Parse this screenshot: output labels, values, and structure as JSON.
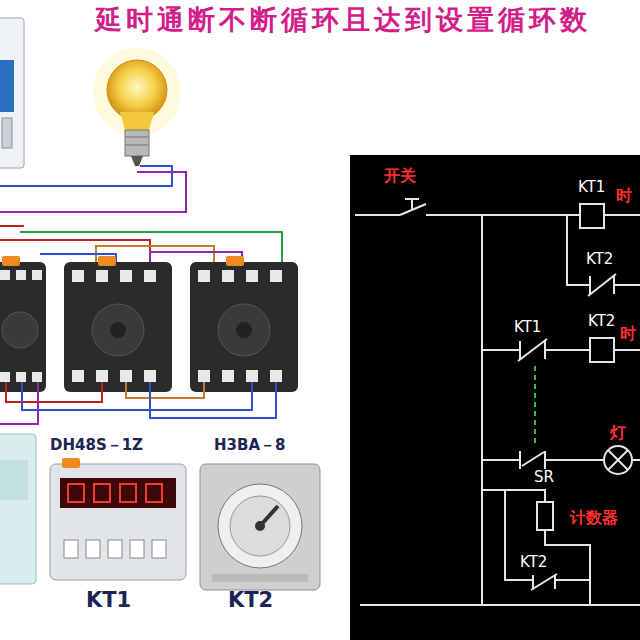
{
  "diagram": {
    "title": "延时通断不断循环且达到设置循环数",
    "labels": [
      "DH48S－1Z",
      "H3BA－8",
      "KT1",
      "KT2",
      "开关",
      "KT1",
      "时",
      "KT2",
      "KT1",
      "KT2",
      "时",
      "灯",
      "SR",
      "计数器",
      "KT2"
    ]
  }
}
